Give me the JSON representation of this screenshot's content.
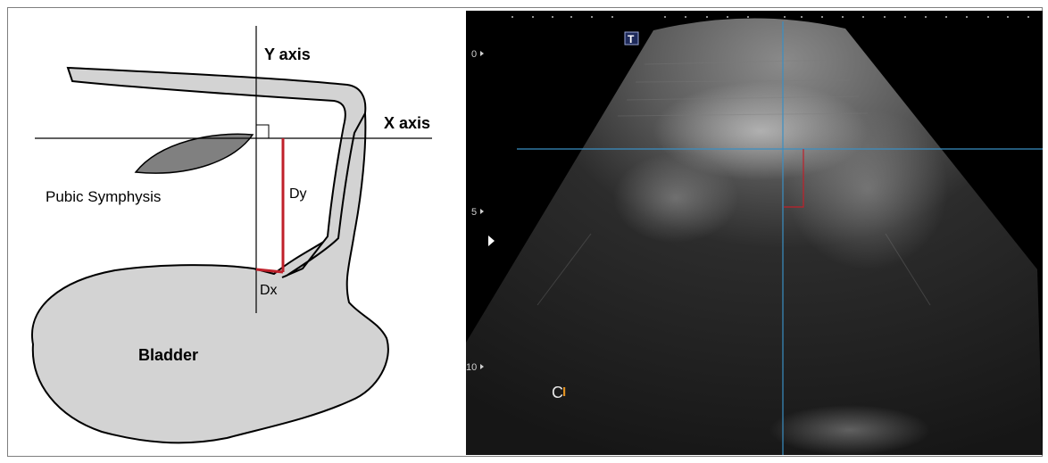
{
  "diagram": {
    "y_axis_label": "Y axis",
    "x_axis_label": "X axis",
    "pubic_label": "Pubic Symphysis",
    "dy_label": "Dy",
    "dx_label": "Dx",
    "bladder_label": "Bladder"
  },
  "ultrasound": {
    "depth_markers": [
      "0",
      "5",
      "10"
    ],
    "t_marker": "T",
    "ci_label": "C",
    "ci_suffix": "I"
  },
  "colors": {
    "shape_fill": "#d3d3d3",
    "pubic_fill": "#808080",
    "measure_red": "#c0202a",
    "crosshair_blue": "#3a8fc4",
    "orange_marker": "#e09020"
  }
}
